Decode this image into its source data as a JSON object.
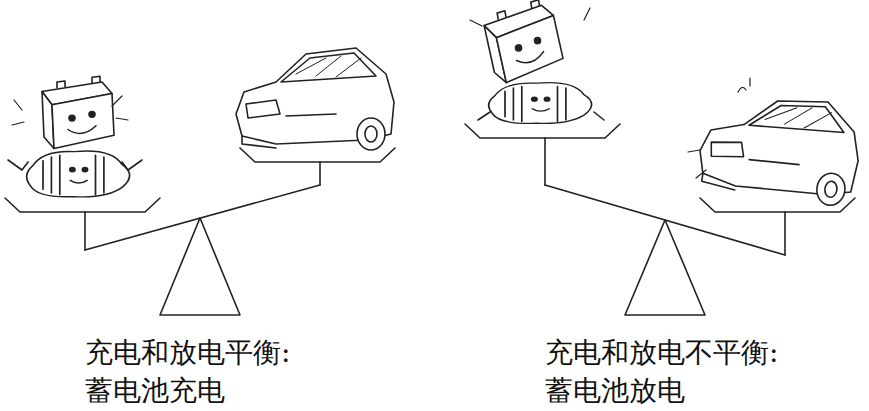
{
  "diagram": {
    "labels": [
      "充电和放电平衡:",
      "蓄电池充电",
      "充电和放电不平衡:",
      "蓄电池放电"
    ]
  }
}
